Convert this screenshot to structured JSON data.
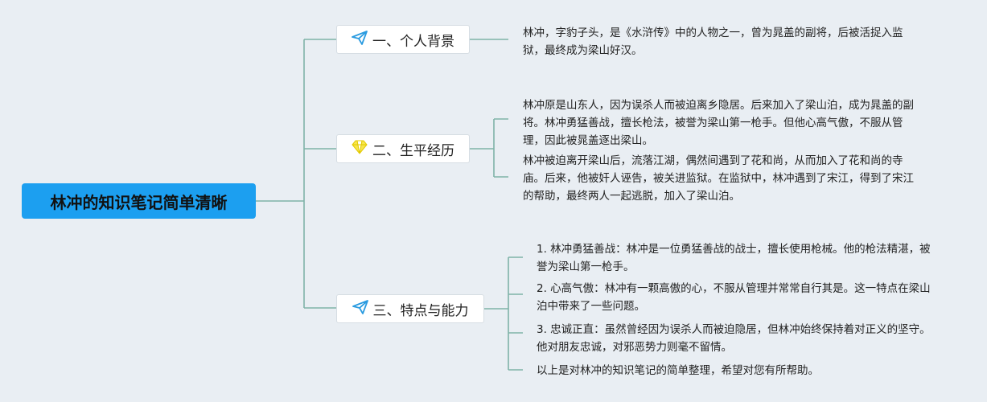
{
  "root": {
    "title": "林冲的知识笔记简单清晰"
  },
  "branches": [
    {
      "label": "一、个人背景",
      "icon": "paper-plane-icon",
      "leaves": [
        "林冲，字豹子头，是《水浒传》中的人物之一，曾为晁盖的副将，后被活捉入监狱，最终成为梁山好汉。"
      ]
    },
    {
      "label": "二、生平经历",
      "icon": "diamond-icon",
      "leaves": [
        "林冲原是山东人，因为误杀人而被迫离乡隐居。后来加入了梁山泊，成为晁盖的副将。林冲勇猛善战，擅长枪法，被誉为梁山第一枪手。但他心高气傲，不服从管理，因此被晁盖逐出梁山。",
        "林冲被迫离开梁山后，流落江湖，偶然间遇到了花和尚，从而加入了花和尚的寺庙。后来，他被奸人诬告，被关进监狱。在监狱中，林冲遇到了宋江，得到了宋江的帮助，最终两人一起逃脱，加入了梁山泊。"
      ]
    },
    {
      "label": "三、特点与能力",
      "icon": "paper-plane-icon",
      "leaves": [
        "1. 林冲勇猛善战：林冲是一位勇猛善战的战士，擅长使用枪械。他的枪法精湛，被誉为梁山第一枪手。",
        "2. 心高气傲：林冲有一颗高傲的心，不服从管理并常常自行其是。这一特点在梁山泊中带来了一些问题。",
        "3. 忠诚正直：虽然曾经因为误杀人而被迫隐居，但林冲始终保持着对正义的坚守。他对朋友忠诚，对邪恶势力则毫不留情。",
        "以上是对林冲的知识笔记的简单整理，希望对您有所帮助。"
      ]
    }
  ],
  "colors": {
    "root": "#1c9ff0",
    "line": "#7fb3a8"
  }
}
